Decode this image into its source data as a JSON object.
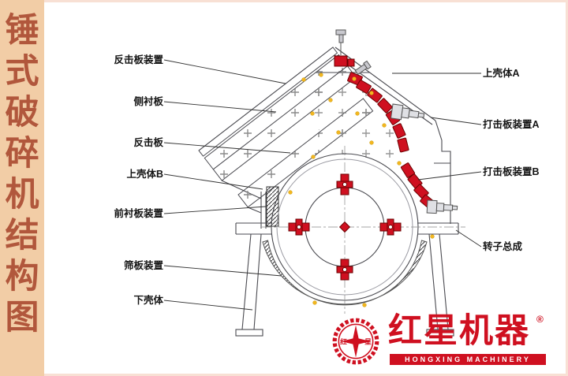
{
  "page": {
    "title": "锤式破碎机结构图",
    "title_chars": [
      "锤",
      "式",
      "破",
      "碎",
      "机",
      "结",
      "构",
      "图"
    ]
  },
  "diagram": {
    "labels_left": [
      {
        "text": "反击板装置"
      },
      {
        "text": "侧衬板"
      },
      {
        "text": "反击板"
      },
      {
        "text": "上壳体B"
      },
      {
        "text": "前衬板装置"
      },
      {
        "text": "筛板装置"
      },
      {
        "text": "下壳体"
      }
    ],
    "labels_right": [
      {
        "text": "上壳体A"
      },
      {
        "text": "打击板装置A"
      },
      {
        "text": "打击板装置B"
      },
      {
        "text": "转子总成"
      }
    ]
  },
  "logo": {
    "name": "红星机器",
    "registered": "®",
    "subtitle": "HONGXING MACHINERY",
    "badge_left": "红",
    "badge_right": "星"
  },
  "colors": {
    "accent_red": "#cf1020",
    "title_brown": "#b1573c",
    "strip_bg": "#f2cda6",
    "highlight_yellow": "#f3b61f",
    "line_dark": "#4a4a50"
  }
}
